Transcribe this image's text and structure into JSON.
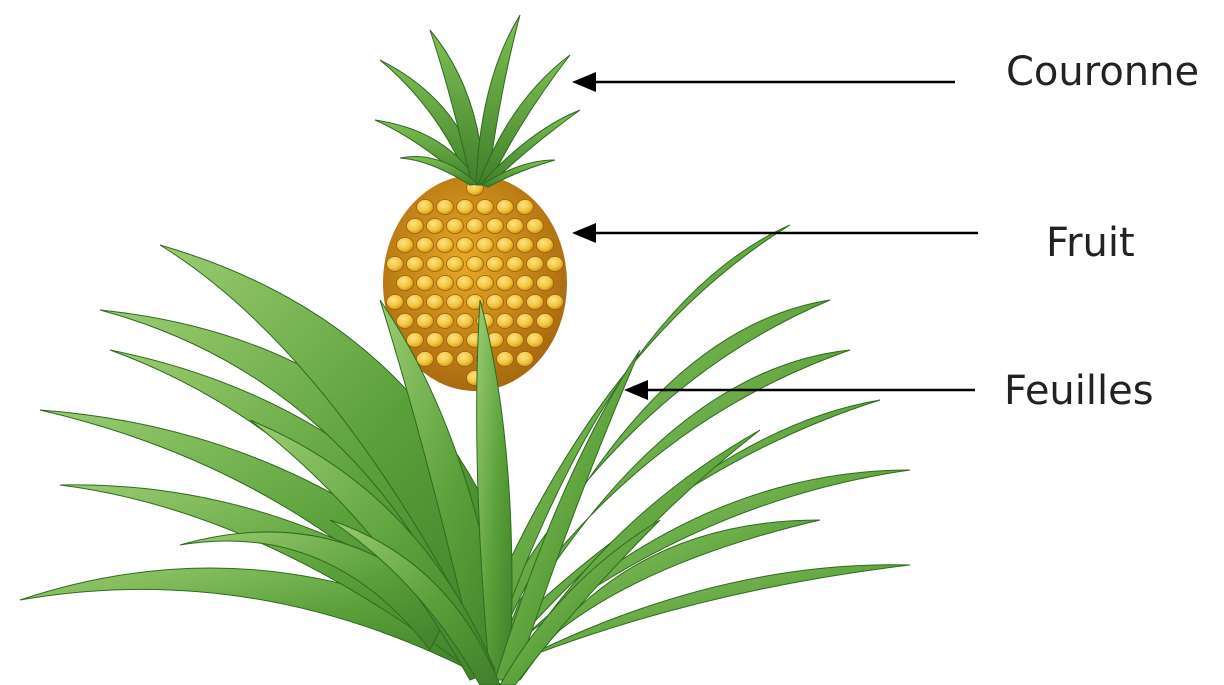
{
  "labels": {
    "crown": "Couronne",
    "fruit": "Fruit",
    "leaves": "Feuilles"
  },
  "icons": {
    "plant": "pineapple-plant-illustration",
    "arrow": "left-arrow"
  },
  "colors": {
    "leaf_dark": "#3f7f2a",
    "leaf_mid": "#5aa03a",
    "leaf_light": "#9ccc72",
    "fruit_body": "#c58a16",
    "fruit_scale": "#f2c53c",
    "arrow": "#000000",
    "text": "#222222"
  }
}
